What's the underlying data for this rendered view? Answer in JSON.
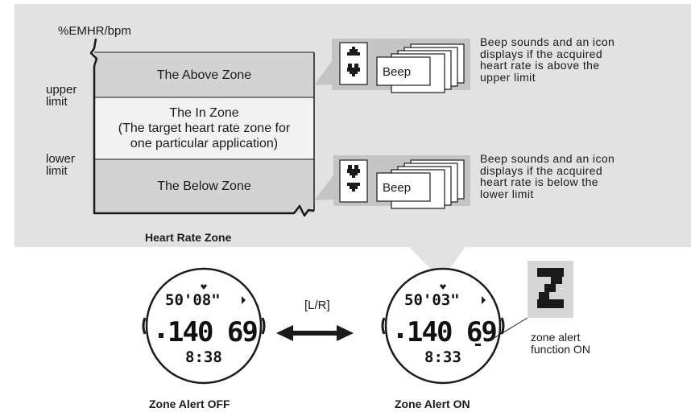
{
  "axis_label": "%EMHR/bpm",
  "limits": {
    "upper": "upper\nlimit",
    "lower": "lower\nlimit"
  },
  "zones": {
    "above": "The Above Zone",
    "in_title": "The In Zone",
    "in_sub": "(The target heart rate zone for\none particular application)",
    "below": "The Below Zone"
  },
  "caption": "Heart Rate Zone",
  "alerts": {
    "beep_label": "Beep",
    "above_note": "Beep sounds and an icon\ndisplays if the acquired\nheart rate is above the\nupper limit",
    "below_note": "Beep sounds and an icon\ndisplays if the acquired\nheart rate is below the\nlower limit"
  },
  "control_label": "[L/R]",
  "watch_off": {
    "top": "50'08\"",
    "middle": "140 69",
    "bottom": "8:38",
    "caption": "Zone Alert OFF"
  },
  "watch_on": {
    "top": "50'03\"",
    "middle": "140 69",
    "bottom": "8:33",
    "caption": "Zone Alert ON"
  },
  "zone_icon_note": "zone alert\nfunction ON",
  "colors": {
    "panel": "#e2e2e2",
    "zone_gray": "#d3d3d3",
    "zone_light": "#f2f2f2",
    "ink": "#1a1a1a"
  }
}
